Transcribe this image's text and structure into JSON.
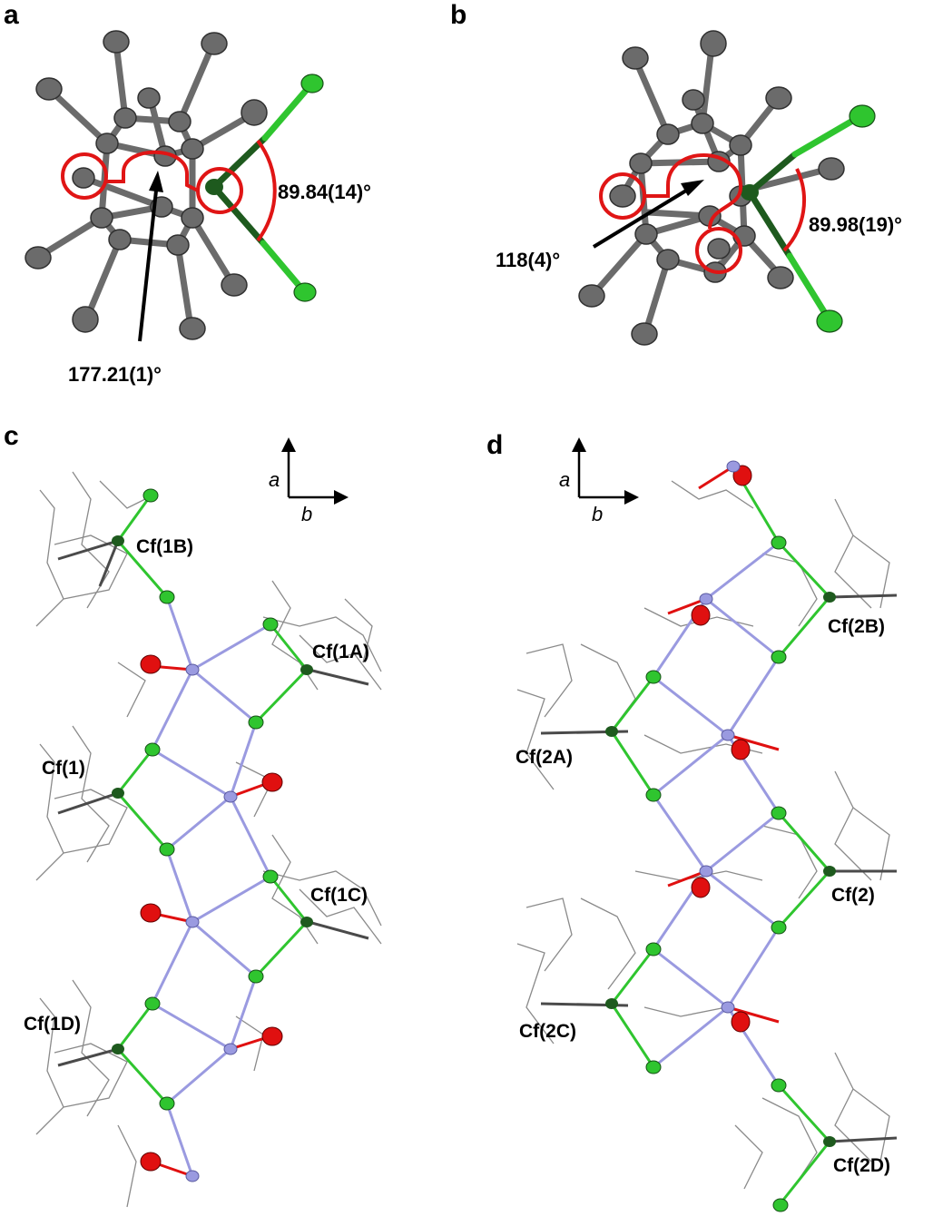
{
  "panels": {
    "a": {
      "label": "a",
      "angles": [
        "89.84(14)°",
        "177.21(1)°"
      ]
    },
    "b": {
      "label": "b",
      "angles": [
        "89.98(19)°",
        "118(4)°"
      ]
    },
    "c": {
      "label": "c",
      "axes": {
        "vertical": "a",
        "horizontal": "b"
      },
      "atoms": [
        "Cf(1B)",
        "Cf(1A)",
        "Cf(1)",
        "Cf(1C)",
        "Cf(1D)"
      ]
    },
    "d": {
      "label": "d",
      "axes": {
        "vertical": "a",
        "horizontal": "b"
      },
      "atoms": [
        "Cf(2B)",
        "Cf(2A)",
        "Cf(2)",
        "Cf(2C)",
        "Cf(2D)"
      ]
    }
  },
  "colors": {
    "carbon": "#6b6b6b",
    "chlorine": "#2fc52f",
    "californium": "#1e5a1e",
    "oxygen": "#e01010",
    "lithium": "#9a9ae0",
    "highlight": "#e01515"
  }
}
